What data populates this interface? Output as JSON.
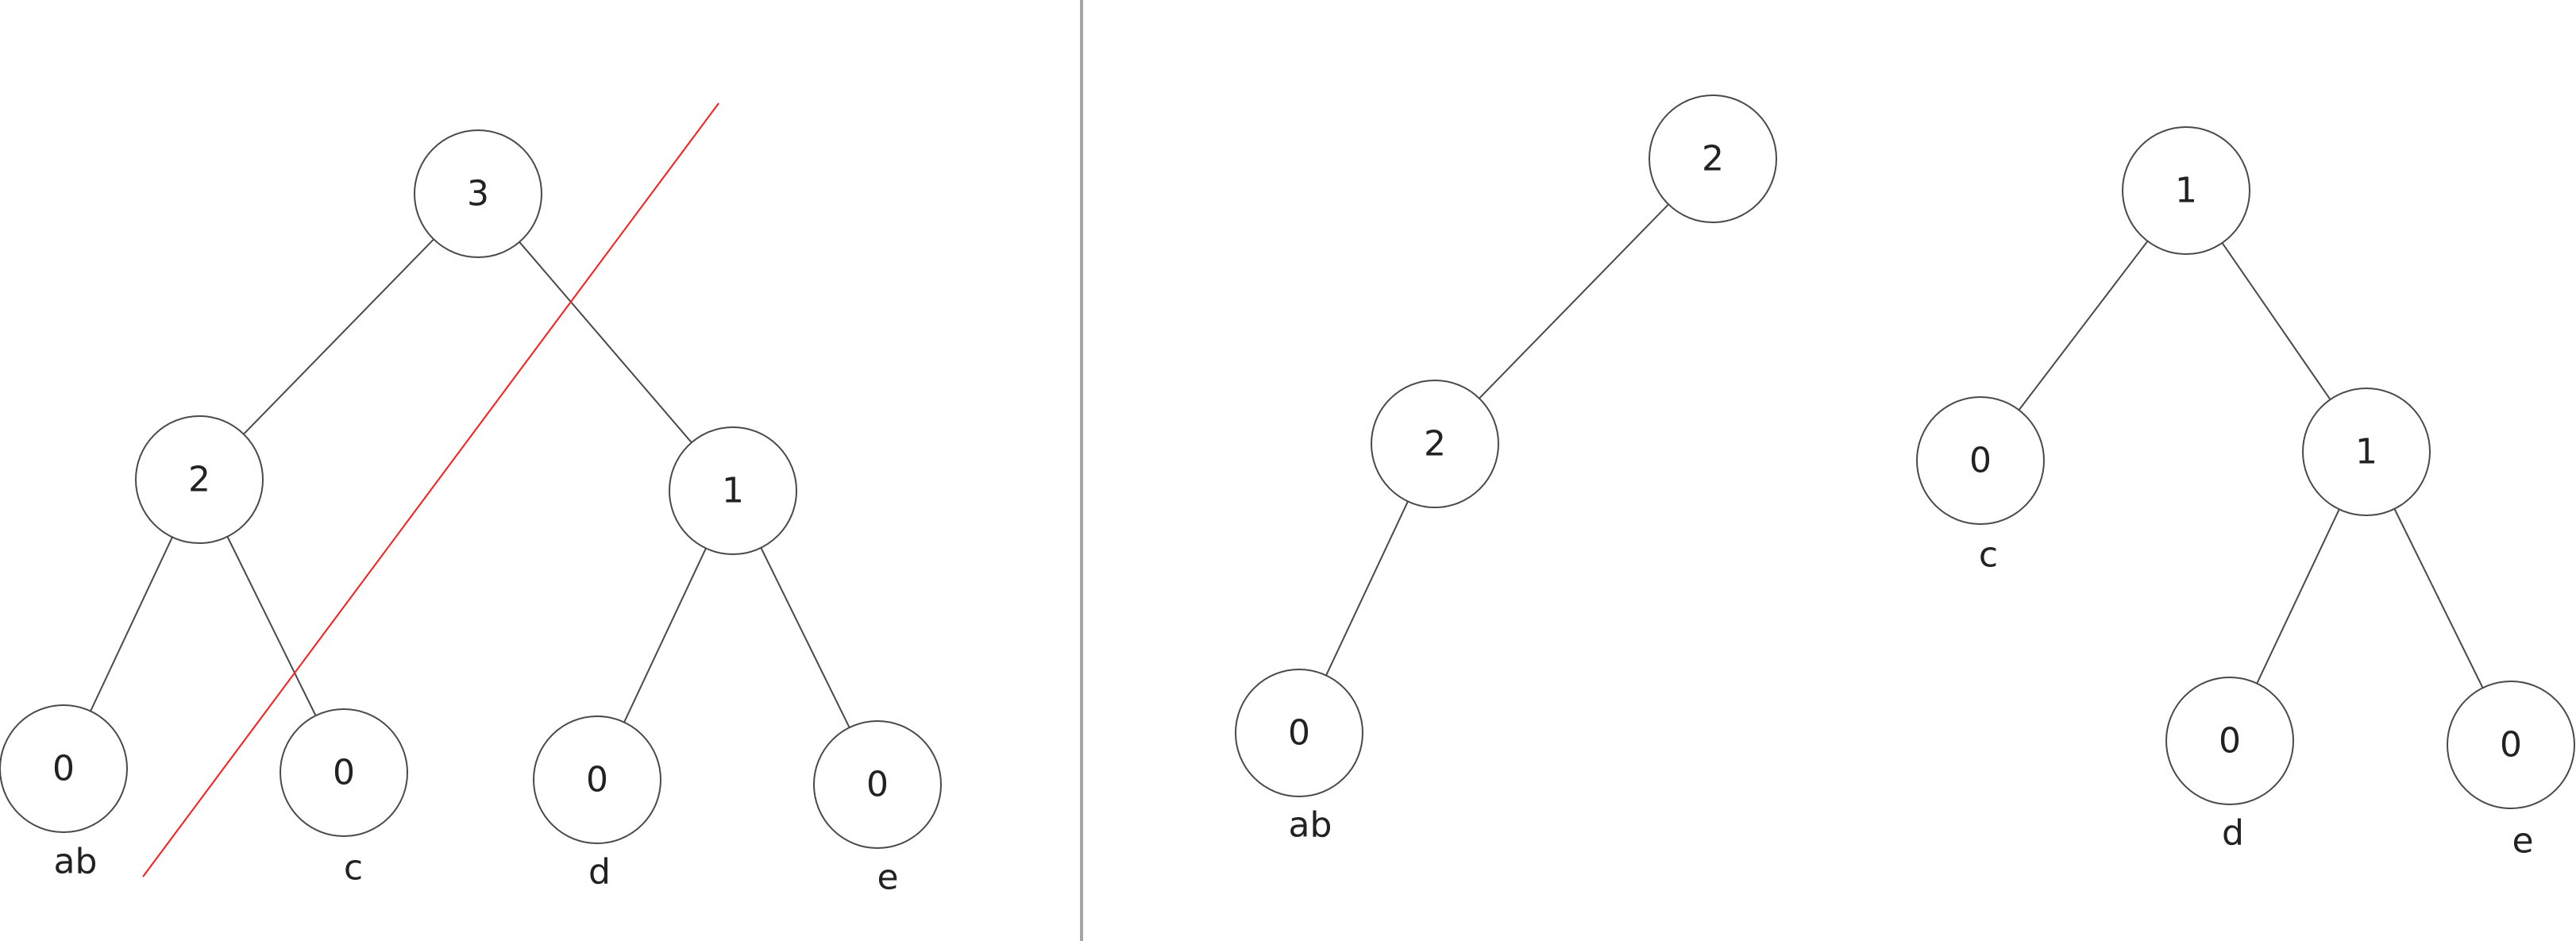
{
  "colors": {
    "stroke": "#4a4a4a",
    "node_fill": "#ffffff",
    "text": "#222222",
    "cut_line": "#ff1a1a",
    "divider": "#a6a6a6"
  },
  "diagram": {
    "panels": [
      {
        "id": "left",
        "nodes": [
          {
            "id": "L-root",
            "value": "3"
          },
          {
            "id": "L-left",
            "value": "2"
          },
          {
            "id": "L-right",
            "value": "1"
          },
          {
            "id": "L-ab",
            "value": "0",
            "label": "ab"
          },
          {
            "id": "L-c",
            "value": "0",
            "label": "c"
          },
          {
            "id": "L-d",
            "value": "0",
            "label": "d"
          },
          {
            "id": "L-e",
            "value": "0",
            "label": "e"
          }
        ],
        "edges": [
          [
            "L-root",
            "L-left"
          ],
          [
            "L-root",
            "L-right"
          ],
          [
            "L-left",
            "L-ab"
          ],
          [
            "L-left",
            "L-c"
          ],
          [
            "L-right",
            "L-d"
          ],
          [
            "L-right",
            "L-e"
          ]
        ],
        "cut_line": true
      },
      {
        "id": "right",
        "nodes": [
          {
            "id": "R1-root",
            "value": "2"
          },
          {
            "id": "R1-mid",
            "value": "2"
          },
          {
            "id": "R1-ab",
            "value": "0",
            "label": "ab"
          },
          {
            "id": "R2-root",
            "value": "1"
          },
          {
            "id": "R2-c",
            "value": "0",
            "label": "c"
          },
          {
            "id": "R2-mid",
            "value": "1"
          },
          {
            "id": "R2-d",
            "value": "0",
            "label": "d"
          },
          {
            "id": "R2-e",
            "value": "0",
            "label": "e"
          }
        ],
        "edges": [
          [
            "R1-root",
            "R1-mid"
          ],
          [
            "R1-mid",
            "R1-ab"
          ],
          [
            "R2-root",
            "R2-c"
          ],
          [
            "R2-root",
            "R2-mid"
          ],
          [
            "R2-mid",
            "R2-d"
          ],
          [
            "R2-mid",
            "R2-e"
          ]
        ],
        "cut_line": false
      }
    ]
  }
}
